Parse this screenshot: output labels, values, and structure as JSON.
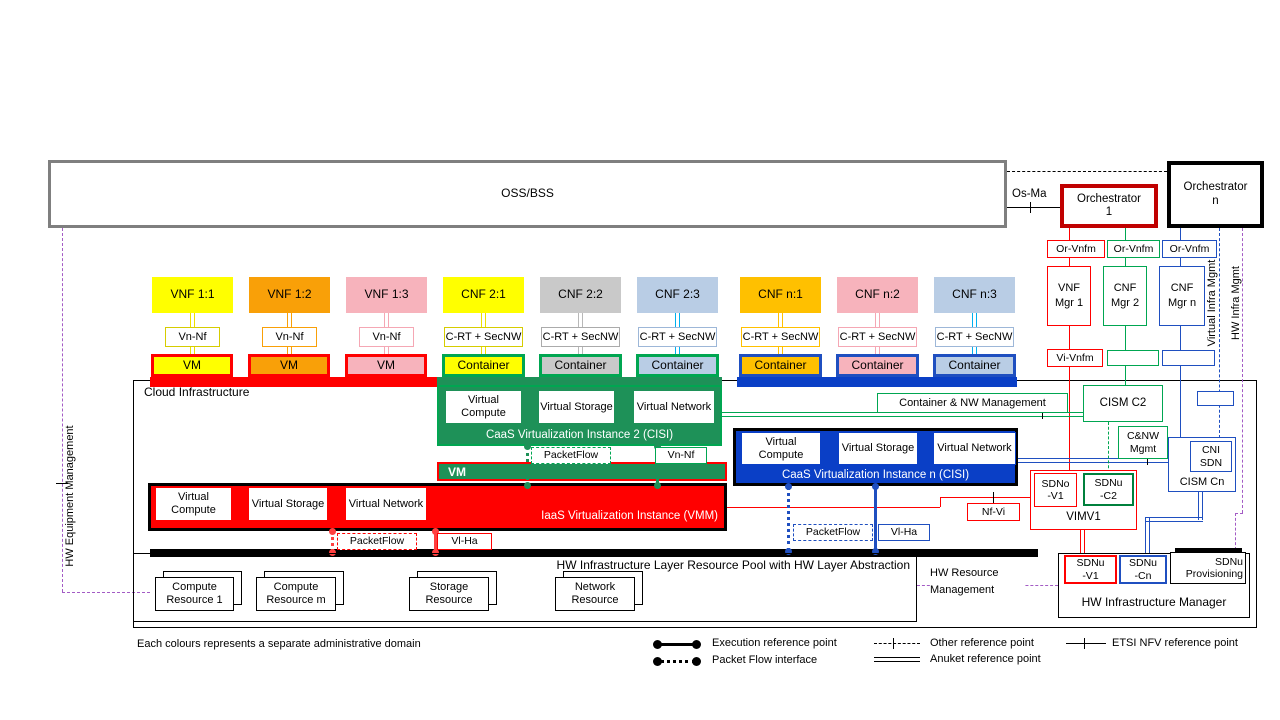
{
  "colors": {
    "red": "#FF0000",
    "dark_red": "#C00000",
    "green_fill": "#1E9158",
    "green_border": "#00A651",
    "blue_fill": "#0A3FC6",
    "blue_border": "#1F4FC0",
    "cyan": "#00B0F0",
    "yellow": "#FFFF00",
    "orange": "#F9A008",
    "gold": "#FFC000",
    "pink": "#F7B3BC",
    "gray_box": "#C9C9C9",
    "light_blue": "#B9CDE5",
    "purple": "#A35BC5",
    "oss_border": "#7F7F7F"
  },
  "top": {
    "oss_bss": "OSS/BSS",
    "os_ma": "Os-Ma",
    "orchestrator_1": {
      "line1": "Orchestrator",
      "line2": "1"
    },
    "orchestrator_n": {
      "line1": "Orchestrator",
      "line2": "n"
    }
  },
  "mgmt_column": {
    "or_vnfm_labels": [
      "Or-Vnfm",
      "Or-Vnfm",
      "Or-Vnfm"
    ],
    "managers": [
      "VNF Mgr 1",
      "CNF Mgr 2",
      "CNF Mgr n"
    ],
    "vi_vnfm": "Vi-Vnfm"
  },
  "vertical_labels": {
    "virtual_infra_mgmt": "Virtual Infra Mgmt",
    "hw_infra_mgmt": "HW Infra Mgmt",
    "hw_equipment_mgmt": "HW Equipment Management"
  },
  "nf_columns": [
    {
      "label": "VNF 1:1",
      "ref": "Vn-Nf",
      "unit": "VM"
    },
    {
      "label": "VNF 1:2",
      "ref": "Vn-Nf",
      "unit": "VM"
    },
    {
      "label": "VNF 1:3",
      "ref": "Vn-Nf",
      "unit": "VM"
    },
    {
      "label": "CNF 2:1",
      "ref": "C-RT + SecNW",
      "unit": "Container"
    },
    {
      "label": "CNF 2:2",
      "ref": "C-RT + SecNW",
      "unit": "Container"
    },
    {
      "label": "CNF 2:3",
      "ref": "C-RT + SecNW",
      "unit": "Container"
    },
    {
      "label": "CNF n:1",
      "ref": "C-RT + SecNW",
      "unit": "Container"
    },
    {
      "label": "CNF n:2",
      "ref": "C-RT + SecNW",
      "unit": "Container"
    },
    {
      "label": "CNF n:3",
      "ref": "C-RT + SecNW",
      "unit": "Container"
    }
  ],
  "cloud": {
    "title": "Cloud Infrastructure",
    "caas2": {
      "vc": "Virtual Compute",
      "vs": "Virtual Storage",
      "vn": "Virtual Network",
      "title": "CaaS Virtualization Instance 2 (CISI)"
    },
    "caasn": {
      "vc": "Virtual Compute",
      "vs": "Virtual Storage",
      "vn": "Virtual Network",
      "title": "CaaS Virtualization Instance n (CISI)"
    },
    "iaas": {
      "vc": "Virtual Compute",
      "vs": "Virtual Storage",
      "vn": "Virtual Network",
      "title": "IaaS Virtualization Instance (VMM)"
    },
    "vm_bar": "VM",
    "container_nw_mgmt": "Container & NW Management",
    "labels": {
      "packetflow_green": "PacketFlow",
      "vn_nf_green": "Vn-Nf",
      "packetflow_red": "PacketFlow",
      "vl_ha_red": "Vl-Ha",
      "packetflow_blue": "PacketFlow",
      "vl_ha_blue": "Vl-Ha",
      "nf_vi": "Nf-Vi"
    },
    "right": {
      "cism_c2": "CISM C2",
      "cnw_mgmt": "C&NW\nMgmt",
      "cni_sdn": "CNI\nSDN",
      "cism_cn": "CISM Cn",
      "sdno_v1": "SDNo\n-V1",
      "sdnu_c2": "SDNu\n-C2",
      "vim": "VIMV1"
    },
    "hw_pool": {
      "title": "HW Infrastructure Layer Resource Pool with HW Layer Abstraction",
      "resources": [
        "Compute Resource 1",
        "Compute Resource m",
        "Storage Resource",
        "Network Resource"
      ]
    }
  },
  "bottom_right": {
    "hw_resource_mgmt": "HW Resource\nManagement",
    "hw_infra_manager": "HW Infrastructure Manager",
    "sdnu_v1": "SDNu\n-V1",
    "sdnu_cn": "SDNu\n-Cn",
    "sdnu_prov": "SDNu\nProvisioning"
  },
  "footnote": "Each colours represents a separate administrative domain",
  "legend": [
    {
      "label": "Execution reference point"
    },
    {
      "label": "Packet Flow interface"
    },
    {
      "label": "Other reference point"
    },
    {
      "label": "Anuket reference point"
    },
    {
      "label": "ETSI NFV reference point"
    }
  ]
}
